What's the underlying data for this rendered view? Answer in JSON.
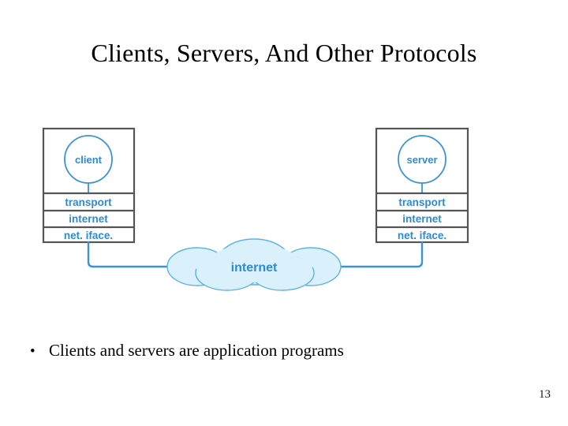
{
  "slide": {
    "title": "Clients, Servers, And Other Protocols",
    "page_number": "13",
    "background_color": "#ffffff"
  },
  "diagram": {
    "accent_color": "#2f8ad4",
    "box_border_color": "#555555",
    "cloud_fill_color": "#daf0fb",
    "cloud_stroke_color": "#5cb3e4",
    "link_color": "#3b93d4",
    "client_stack": {
      "node_label": "client",
      "bands": [
        {
          "label": "transport"
        },
        {
          "label": "internet"
        },
        {
          "label": "net. iface."
        }
      ]
    },
    "server_stack": {
      "node_label": "server",
      "bands": [
        {
          "label": "transport"
        },
        {
          "label": "internet"
        },
        {
          "label": "net. iface."
        }
      ]
    },
    "cloud": {
      "label": "internet"
    }
  },
  "bullets": [
    {
      "marker": "•",
      "text": "Clients and servers are application programs"
    }
  ]
}
